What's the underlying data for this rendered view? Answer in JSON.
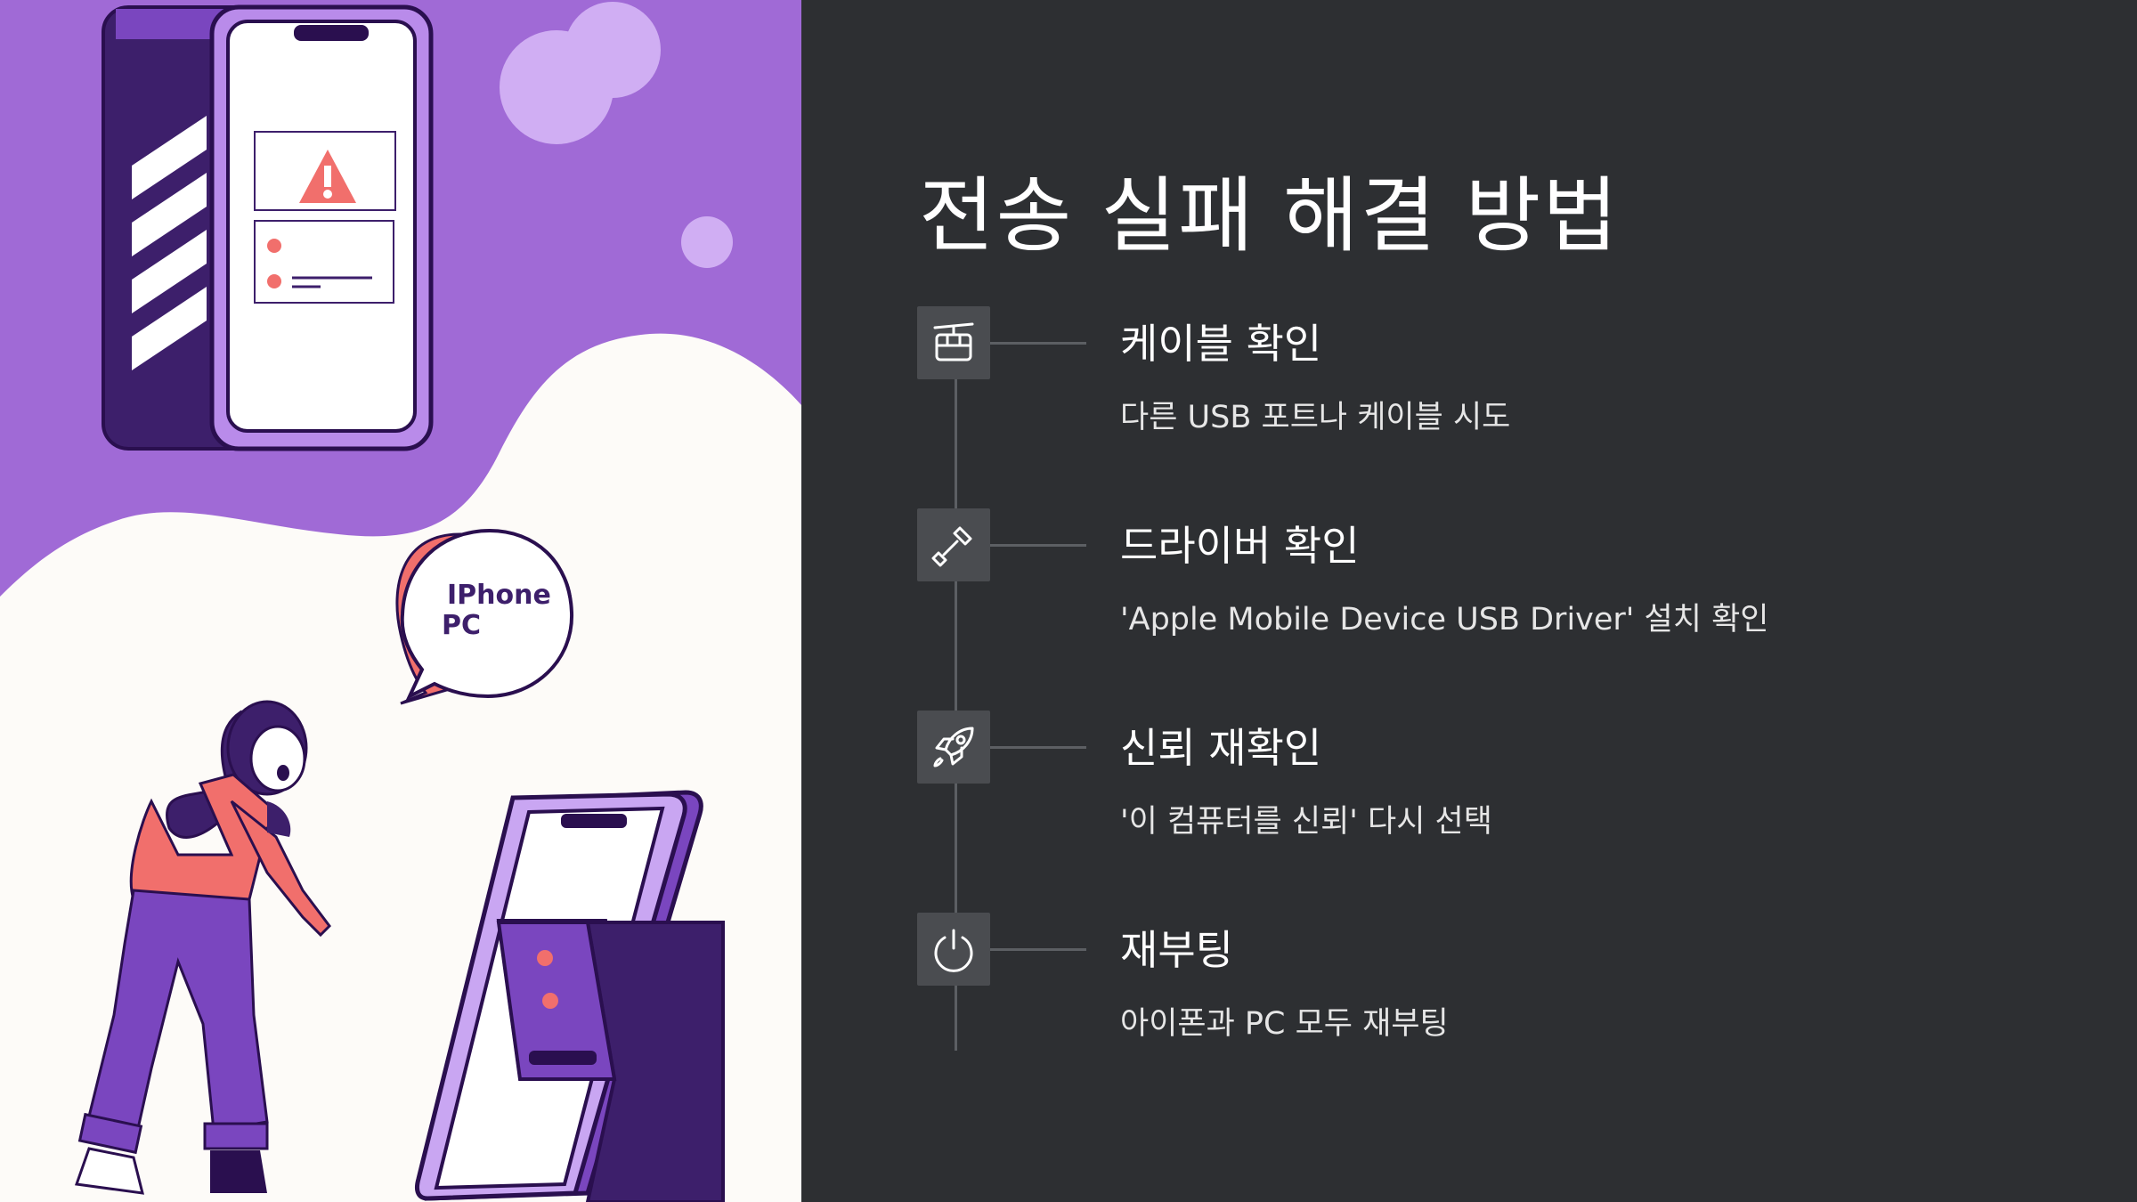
{
  "bubble": {
    "line1": "IPhone",
    "line2": "PC"
  },
  "title": "전송 실패 해결 방법",
  "steps": [
    {
      "icon": "cable-car-icon",
      "title": "케이블 확인",
      "desc": "다른 USB 포트나 케이블 시도"
    },
    {
      "icon": "screwdriver-icon",
      "title": "드라이버 확인",
      "desc": "'Apple Mobile Device USB Driver' 설치 확인"
    },
    {
      "icon": "rocket-icon",
      "title": "신뢰 재확인",
      "desc": "'이 컴퓨터를 신뢰' 다시 선택"
    },
    {
      "icon": "power-icon",
      "title": "재부팅",
      "desc": "아이폰과 PC 모두 재부팅"
    }
  ],
  "colors": {
    "background": "#2d2f32",
    "purple": "#a06ad6",
    "dark_purple": "#3d1f6b",
    "coral": "#f16f6c",
    "icon_box": "#4a4c50"
  }
}
